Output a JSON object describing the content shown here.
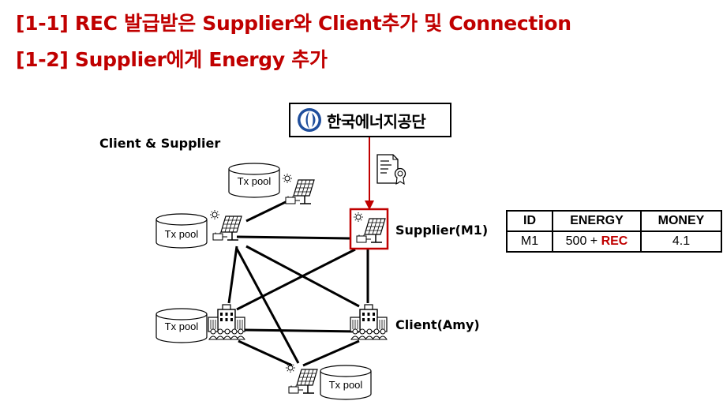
{
  "titles": {
    "line1": "[1-1] REC 발급받은 Supplier와 Client추가 및 Connection",
    "line2": "[1-2] Supplier에게 Energy 추가"
  },
  "org": {
    "name": "한국에너지공단",
    "icon": "energy-agency-logo"
  },
  "labels": {
    "cluster": "Client & Supplier",
    "supplier": "Supplier(M1)",
    "client": "Client(Amy)"
  },
  "tx_pool_label": "Tx pool",
  "table": {
    "headers": [
      "ID",
      "ENERGY",
      "MONEY"
    ],
    "row": {
      "id": "M1",
      "energy_base": "500 + ",
      "energy_rec": "REC",
      "money": "4.1"
    }
  },
  "colors": {
    "title": "#c00000",
    "highlight": "#c00000",
    "edges": "#000000"
  },
  "icons": [
    "solar-panel-icon",
    "building-icon",
    "certificate-icon",
    "tx-pool-icon"
  ]
}
